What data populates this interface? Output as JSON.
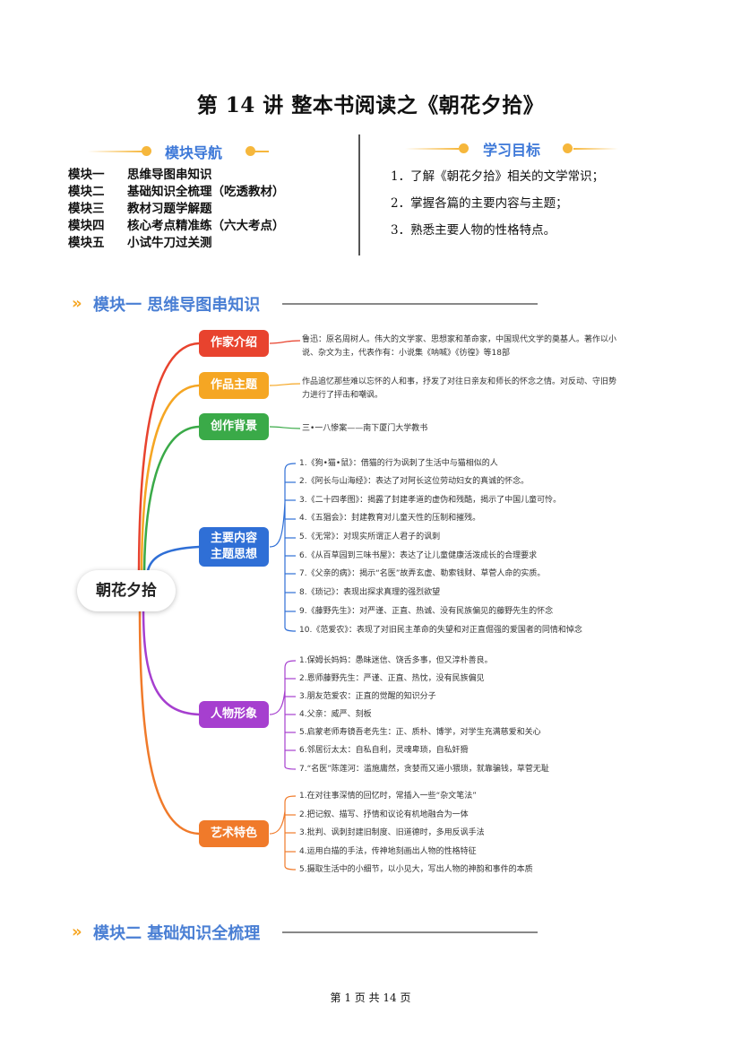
{
  "title": "第 14 讲  整本书阅读之《朝花夕拾》",
  "nav": {
    "heading": "模块导航",
    "items": [
      {
        "key": "模块一",
        "text": "思维导图串知识"
      },
      {
        "key": "模块二",
        "text": "基础知识全梳理（吃透教材）"
      },
      {
        "key": "模块三",
        "text": "教材习题学解题"
      },
      {
        "key": "模块四",
        "text": "核心考点精准练（六大考点）"
      },
      {
        "key": "模块五",
        "text": "小试牛刀过关测"
      }
    ]
  },
  "goals": {
    "heading": "学习目标",
    "items": [
      "1．了解《朝花夕拾》相关的文学常识；",
      "2．掌握各篇的主要内容与主题；",
      "3．熟悉主要人物的性格特点。"
    ]
  },
  "module1": {
    "chevron": "»",
    "title": "模块一 思维导图串知识"
  },
  "module2": {
    "chevron": "»",
    "title": "模块二 基础知识全梳理"
  },
  "mindmap": {
    "root": "朝花夕拾",
    "branches": {
      "author": {
        "label": "作家介绍",
        "color": "#e8432e",
        "text": "鲁迅：原名周树人。伟大的文学家、思想家和革命家，中国现代文学的奠基人。著作以小说、杂文为主，代表作有：小说集《呐喊》《彷徨》等18部"
      },
      "theme": {
        "label": "作品主题",
        "color": "#f5a623",
        "text": "作品追忆那些难以忘怀的人和事，抒发了对往日亲友和师长的怀念之情。对反动、守旧势力进行了抨击和嘲讽。"
      },
      "background": {
        "label": "创作背景",
        "color": "#3aaa48",
        "text": "三•一八惨案——南下厦门大学教书"
      },
      "content": {
        "label1": "主要内容",
        "label2": "主题思想",
        "color": "#2f6fd6",
        "items": [
          "1.《狗•猫•鼠》：借猫的行为讽刺了生活中与猫相似的人",
          "2.《阿长与山海经》：表达了对阿长这位劳动妇女的真诚的怀念。",
          "3.《二十四孝图》：揭露了封建孝道的虚伪和残酷，揭示了中国儿童可怜。",
          "4.《五猖会》：封建教育对儿童天性的压制和摧残。",
          "5.《无常》：对现实所谓正人君子的讽刺",
          "6.《从百草园到三味书屋》：表达了让儿童健康活泼成长的合理要求",
          "7.《父亲的病》：揭示“名医”故弄玄虚、勒索钱财、草菅人命的实质。",
          "8.《琐记》：表现出探求真理的强烈欲望",
          "9.《藤野先生》：对严谨、正直、热诚、没有民族偏见的藤野先生的怀念",
          "10.《范爱农》：表现了对旧民主革命的失望和对正直倔强的爱国者的同情和悼念"
        ]
      },
      "characters": {
        "label": "人物形象",
        "color": "#a63fcf",
        "items": [
          "1.保姆长妈妈：愚昧迷信、饶舌多事，但又淳朴善良。",
          "2.恩师藤野先生：严谨、正直、热忱，没有民族偏见",
          "3.朋友范爱农：正直的觉醒的知识分子",
          "4.父亲：威严、刻板",
          "5.启蒙老师寿镜吾老先生：正、质朴、博学，对学生充满慈爱和关心",
          "6.邻居衍太太：自私自利，灵魂卑琐，自私奸猾",
          "7.“名医”陈莲河：滥施庸然，贪婪而又道小猥琐，就靠骗钱，草菅无耻"
        ]
      },
      "art": {
        "label": "艺术特色",
        "color": "#f07a2a",
        "items": [
          "1.在对往事深情的回忆时，常插入一些“杂文笔法”",
          "2.把记叙、描写、抒情和议论有机地融合为一体",
          "3.批判、讽刺封建旧制度、旧道德时，多用反讽手法",
          "4.运用白描的手法，传神地刻画出人物的性格特征",
          "5.摄取生活中的小细节，以小见大，写出人物的神韵和事件的本质"
        ]
      }
    }
  },
  "footer": "第 1 页 共 14 页"
}
